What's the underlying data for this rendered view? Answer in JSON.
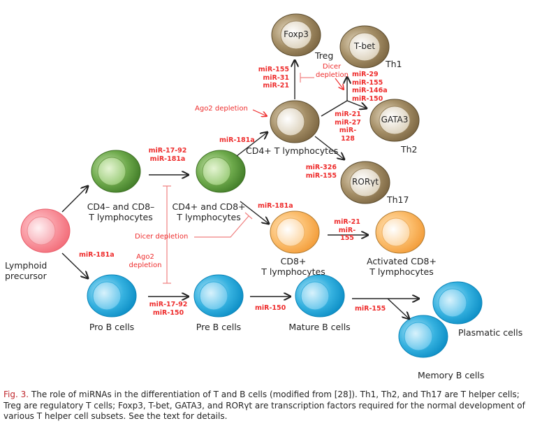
{
  "figure": {
    "caption_label": "Fig. 3.",
    "caption_text": " The role of miRNAs in the differentiation of T and B cells (modified from [28]). Th1, Th2, and Th17 are T helper cells; Treg are regulatory T cells; Foxp3, T-bet, GATA3, and RORγt are transcription factors required for the normal development of various T helper cell subsets. See the text for details."
  },
  "colors": {
    "mirna_text": "#ee2d2d",
    "inhibition_line": "#f08080",
    "arrow": "#222222",
    "precursor_cell": "#f4707a",
    "t_early_cell": "#4e8f32",
    "t_helper_cell": "#8a7550",
    "cd8_cell": "#f5a54a",
    "b_cell": "#1a9fd4"
  },
  "cells": {
    "lymphoid_precursor": "Lymphoid\nprecursor",
    "cd4neg_cd8neg": "CD4– and CD8–\nT lymphocytes",
    "cd4pos_cd8pos": "CD4+ and CD8+\nT lymphocytes",
    "cd4pos": "CD4+ T lymphocytes",
    "cd8pos": "CD8+\nT lymphocytes",
    "activated_cd8": "Activated CD8+\nT lymphocytes",
    "treg": "Treg",
    "th1": "Th1",
    "th2": "Th2",
    "th17": "Th17",
    "pro_b": "Pro B cells",
    "pre_b": "Pre B cells",
    "mature_b": "Mature B cells",
    "plasmatic": "Plasmatic cells",
    "memory_b": "Memory B cells"
  },
  "transcription_factors": {
    "foxp3": "Foxp3",
    "tbet": "T-bet",
    "gata3": "GATA3",
    "rorgt": "RORγt"
  },
  "mirnas": {
    "precursor_to_prob": "miR-181a",
    "dn_to_dp": "miR-17-92\nmiR-181a",
    "dp_to_cd4": "miR-181a",
    "dp_to_cd8": "miR-181a",
    "cd8_to_activated": "miR-21\nmiR-155",
    "cd4_to_treg": "miR-155\nmiR-31\nmiR-21",
    "cd4_to_th1": "miR-29\nmiR-155\nmiR-146a\nmiR-150",
    "cd4_to_th2": "miR-21\nmiR-27\nmiR-128",
    "cd4_to_th17": "miR-326\nmiR-155",
    "prob_to_preb": "miR-17-92\nmiR-150",
    "preb_to_mature": "miR-150",
    "mature_to_plasma": "miR-155"
  },
  "interventions": {
    "ago2_cd4": "Ago2 depletion",
    "dicer_th": "Dicer\ndepletion",
    "dicer_main": "Dicer depletion",
    "ago2_main": "Ago2\ndepletion"
  }
}
